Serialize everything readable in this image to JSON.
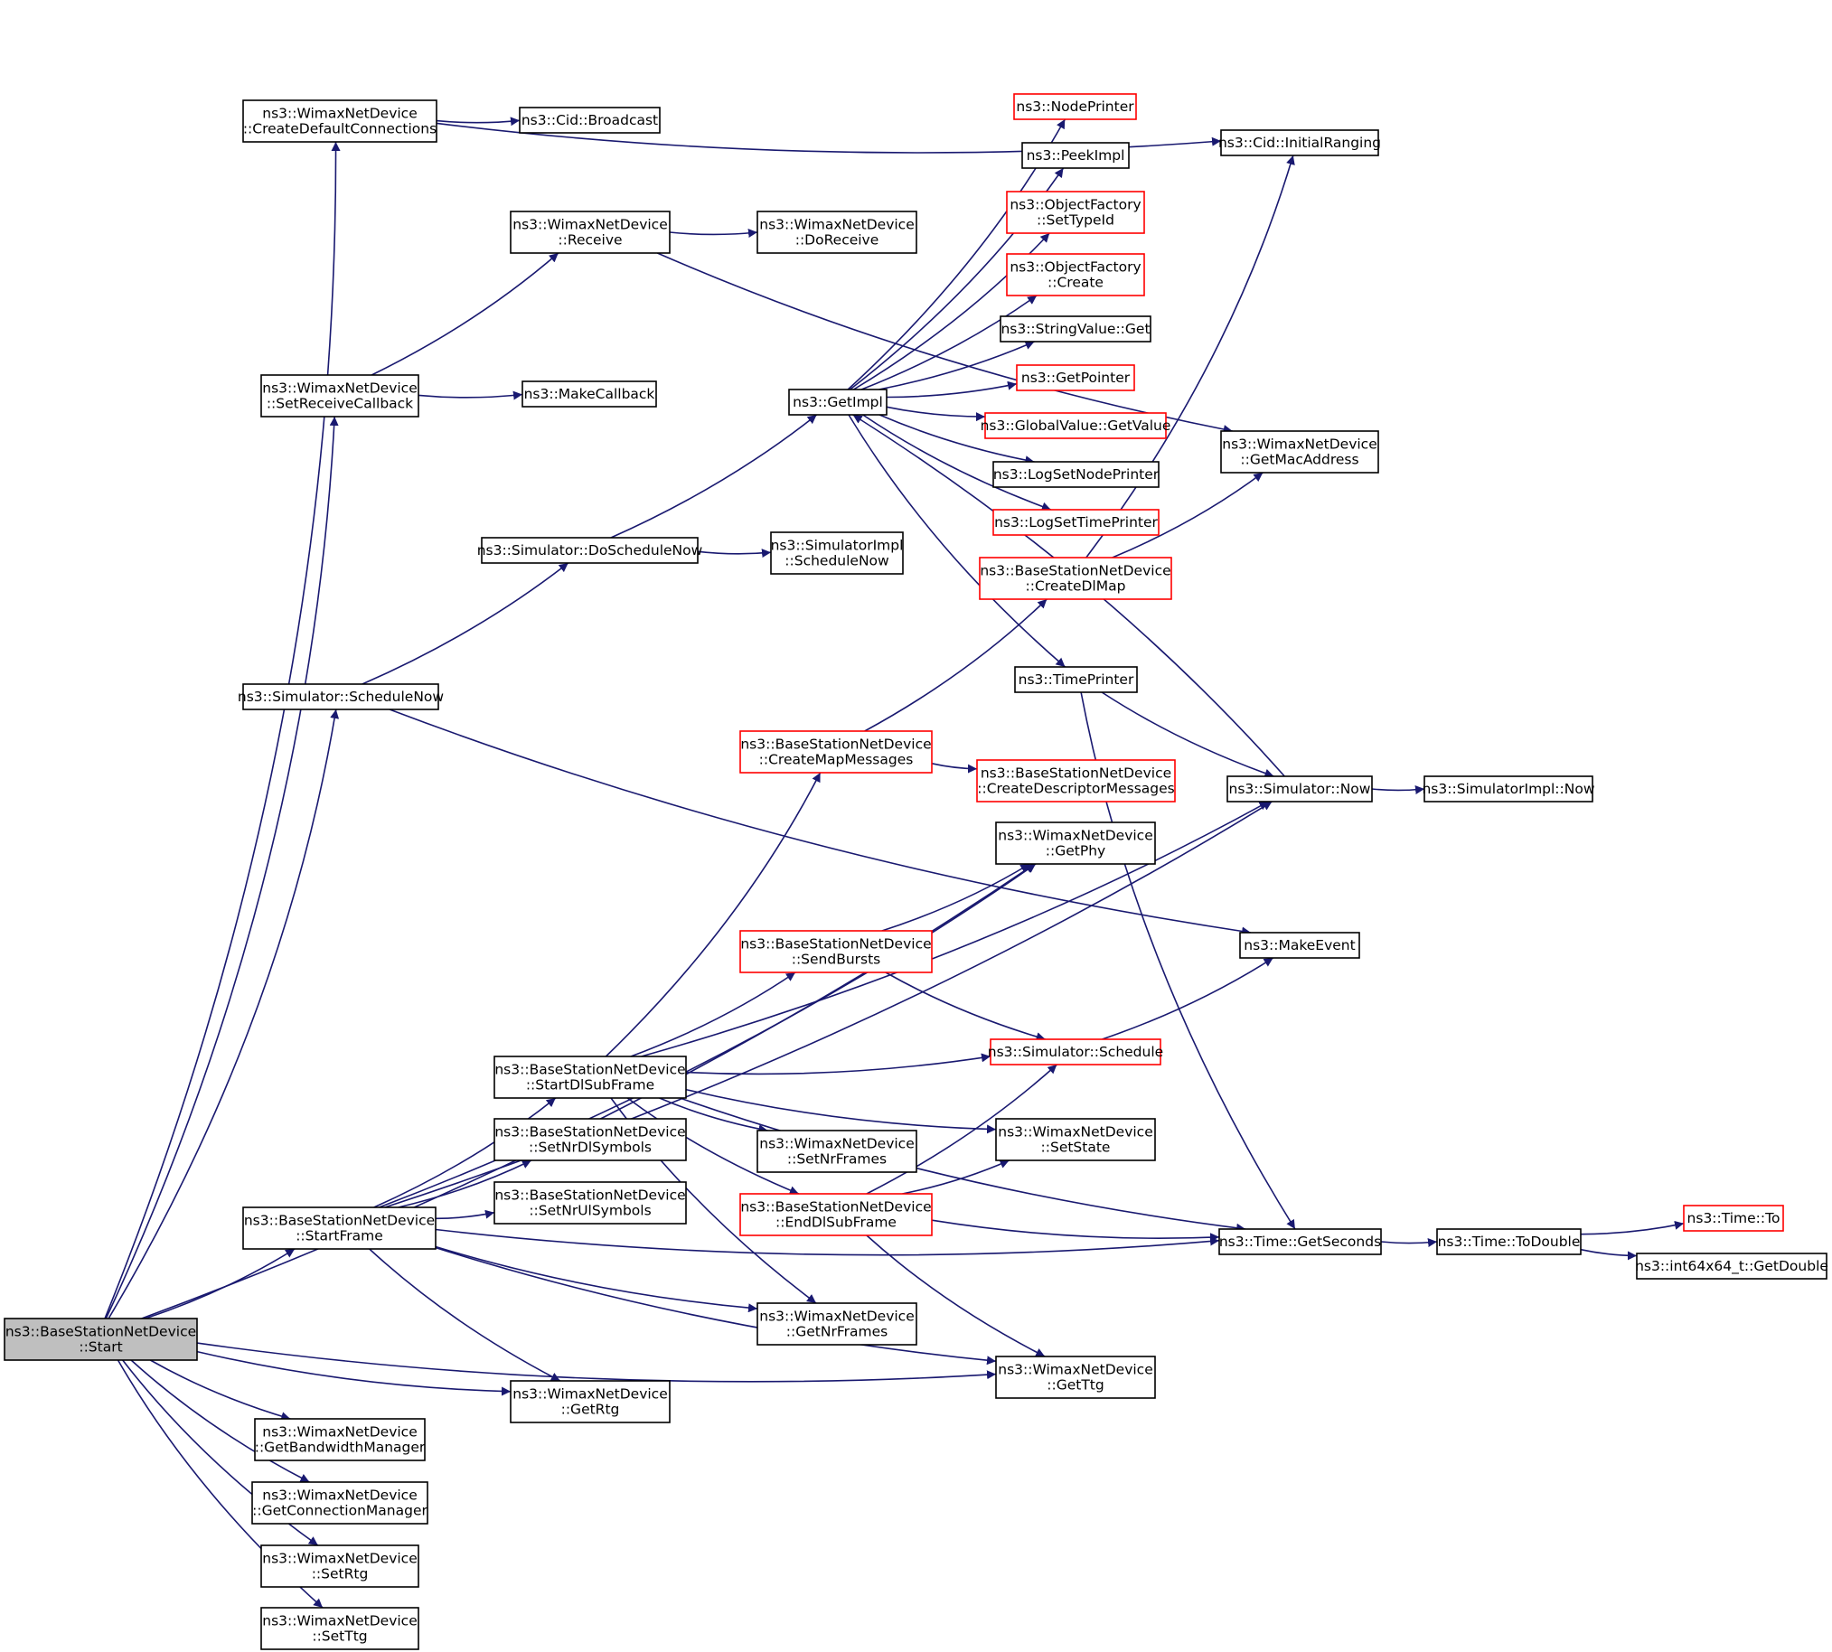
{
  "graph": {
    "colors": {
      "edge": "#191970",
      "node_border": "#000000",
      "node_border_truncated": "#ff0000",
      "root_fill": "#bfbfbf",
      "node_fill": "#ffffff"
    },
    "nodes": [
      {
        "id": "start",
        "lines": [
          "ns3::BaseStationNetDevice",
          "::Start"
        ],
        "style": "root"
      },
      {
        "id": "create-default-connections",
        "lines": [
          "ns3::WimaxNetDevice",
          "::CreateDefaultConnections"
        ],
        "style": "normal"
      },
      {
        "id": "cid-broadcast",
        "lines": [
          "ns3::Cid::Broadcast"
        ],
        "style": "normal"
      },
      {
        "id": "cid-initial-ranging",
        "lines": [
          "ns3::Cid::InitialRanging"
        ],
        "style": "normal"
      },
      {
        "id": "wimax-receive",
        "lines": [
          "ns3::WimaxNetDevice",
          "::Receive"
        ],
        "style": "normal"
      },
      {
        "id": "wimax-do-receive",
        "lines": [
          "ns3::WimaxNetDevice",
          "::DoReceive"
        ],
        "style": "normal"
      },
      {
        "id": "set-receive-callback",
        "lines": [
          "ns3::WimaxNetDevice",
          "::SetReceiveCallback"
        ],
        "style": "normal"
      },
      {
        "id": "make-callback",
        "lines": [
          "ns3::MakeCallback"
        ],
        "style": "normal"
      },
      {
        "id": "get-impl",
        "lines": [
          "ns3::GetImpl"
        ],
        "style": "normal"
      },
      {
        "id": "node-printer",
        "lines": [
          "ns3::NodePrinter"
        ],
        "style": "truncated"
      },
      {
        "id": "peek-impl",
        "lines": [
          "ns3::PeekImpl"
        ],
        "style": "normal"
      },
      {
        "id": "object-factory-set-type-id",
        "lines": [
          "ns3::ObjectFactory",
          "::SetTypeId"
        ],
        "style": "truncated"
      },
      {
        "id": "object-factory-create",
        "lines": [
          "ns3::ObjectFactory",
          "::Create"
        ],
        "style": "truncated"
      },
      {
        "id": "string-value-get",
        "lines": [
          "ns3::StringValue::Get"
        ],
        "style": "normal"
      },
      {
        "id": "get-pointer",
        "lines": [
          "ns3::GetPointer"
        ],
        "style": "truncated"
      },
      {
        "id": "global-value-get-value",
        "lines": [
          "ns3::GlobalValue::GetValue"
        ],
        "style": "truncated"
      },
      {
        "id": "log-set-node-printer",
        "lines": [
          "ns3::LogSetNodePrinter"
        ],
        "style": "normal"
      },
      {
        "id": "log-set-time-printer",
        "lines": [
          "ns3::LogSetTimePrinter"
        ],
        "style": "truncated"
      },
      {
        "id": "get-mac-address",
        "lines": [
          "ns3::WimaxNetDevice",
          "::GetMacAddress"
        ],
        "style": "normal"
      },
      {
        "id": "simulator-do-schedule-now",
        "lines": [
          "ns3::Simulator::DoScheduleNow"
        ],
        "style": "normal"
      },
      {
        "id": "simulator-impl-schedule-now",
        "lines": [
          "ns3::SimulatorImpl",
          "::ScheduleNow"
        ],
        "style": "normal"
      },
      {
        "id": "create-dl-map",
        "lines": [
          "ns3::BaseStationNetDevice",
          "::CreateDlMap"
        ],
        "style": "truncated"
      },
      {
        "id": "simulator-schedule-now",
        "lines": [
          "ns3::Simulator::ScheduleNow"
        ],
        "style": "normal"
      },
      {
        "id": "time-printer",
        "lines": [
          "ns3::TimePrinter"
        ],
        "style": "normal"
      },
      {
        "id": "create-map-messages",
        "lines": [
          "ns3::BaseStationNetDevice",
          "::CreateMapMessages"
        ],
        "style": "truncated"
      },
      {
        "id": "create-descriptor-messages",
        "lines": [
          "ns3::BaseStationNetDevice",
          "::CreateDescriptorMessages"
        ],
        "style": "truncated"
      },
      {
        "id": "simulator-now",
        "lines": [
          "ns3::Simulator::Now"
        ],
        "style": "normal"
      },
      {
        "id": "simulator-impl-now",
        "lines": [
          "ns3::SimulatorImpl::Now"
        ],
        "style": "normal"
      },
      {
        "id": "get-phy",
        "lines": [
          "ns3::WimaxNetDevice",
          "::GetPhy"
        ],
        "style": "normal"
      },
      {
        "id": "send-bursts",
        "lines": [
          "ns3::BaseStationNetDevice",
          "::SendBursts"
        ],
        "style": "truncated"
      },
      {
        "id": "make-event",
        "lines": [
          "ns3::MakeEvent"
        ],
        "style": "normal"
      },
      {
        "id": "start-dl-sub-frame",
        "lines": [
          "ns3::BaseStationNetDevice",
          "::StartDlSubFrame"
        ],
        "style": "normal"
      },
      {
        "id": "simulator-schedule",
        "lines": [
          "ns3::Simulator::Schedule"
        ],
        "style": "truncated"
      },
      {
        "id": "set-nr-dl-symbols",
        "lines": [
          "ns3::BaseStationNetDevice",
          "::SetNrDlSymbols"
        ],
        "style": "normal"
      },
      {
        "id": "set-nr-frames",
        "lines": [
          "ns3::WimaxNetDevice",
          "::SetNrFrames"
        ],
        "style": "normal"
      },
      {
        "id": "set-state",
        "lines": [
          "ns3::WimaxNetDevice",
          "::SetState"
        ],
        "style": "normal"
      },
      {
        "id": "set-nr-ul-symbols",
        "lines": [
          "ns3::BaseStationNetDevice",
          "::SetNrUlSymbols"
        ],
        "style": "normal"
      },
      {
        "id": "end-dl-sub-frame",
        "lines": [
          "ns3::BaseStationNetDevice",
          "::EndDlSubFrame"
        ],
        "style": "truncated"
      },
      {
        "id": "start-frame",
        "lines": [
          "ns3::BaseStationNetDevice",
          "::StartFrame"
        ],
        "style": "normal"
      },
      {
        "id": "time-get-seconds",
        "lines": [
          "ns3::Time::GetSeconds"
        ],
        "style": "normal"
      },
      {
        "id": "time-to-double",
        "lines": [
          "ns3::Time::ToDouble"
        ],
        "style": "normal"
      },
      {
        "id": "time-to",
        "lines": [
          "ns3::Time::To"
        ],
        "style": "truncated"
      },
      {
        "id": "int64x64-get-double",
        "lines": [
          "ns3::int64x64_t::GetDouble"
        ],
        "style": "normal"
      },
      {
        "id": "get-nr-frames",
        "lines": [
          "ns3::WimaxNetDevice",
          "::GetNrFrames"
        ],
        "style": "normal"
      },
      {
        "id": "get-ttg",
        "lines": [
          "ns3::WimaxNetDevice",
          "::GetTtg"
        ],
        "style": "normal"
      },
      {
        "id": "get-rtg",
        "lines": [
          "ns3::WimaxNetDevice",
          "::GetRtg"
        ],
        "style": "normal"
      },
      {
        "id": "get-bandwidth-manager",
        "lines": [
          "ns3::WimaxNetDevice",
          "::GetBandwidthManager"
        ],
        "style": "normal"
      },
      {
        "id": "get-connection-manager",
        "lines": [
          "ns3::WimaxNetDevice",
          "::GetConnectionManager"
        ],
        "style": "normal"
      },
      {
        "id": "set-rtg",
        "lines": [
          "ns3::WimaxNetDevice",
          "::SetRtg"
        ],
        "style": "normal"
      },
      {
        "id": "set-ttg",
        "lines": [
          "ns3::WimaxNetDevice",
          "::SetTtg"
        ],
        "style": "normal"
      }
    ],
    "edges": [
      [
        "start",
        "create-default-connections"
      ],
      [
        "start",
        "set-receive-callback"
      ],
      [
        "start",
        "simulator-schedule-now"
      ],
      [
        "start",
        "get-phy"
      ],
      [
        "start",
        "start-frame"
      ],
      [
        "start",
        "get-rtg"
      ],
      [
        "start",
        "get-ttg"
      ],
      [
        "start",
        "get-bandwidth-manager"
      ],
      [
        "start",
        "get-connection-manager"
      ],
      [
        "start",
        "set-rtg"
      ],
      [
        "start",
        "set-ttg"
      ],
      [
        "create-default-connections",
        "cid-broadcast"
      ],
      [
        "create-default-connections",
        "cid-initial-ranging"
      ],
      [
        "set-receive-callback",
        "wimax-receive"
      ],
      [
        "set-receive-callback",
        "make-callback"
      ],
      [
        "wimax-receive",
        "wimax-do-receive"
      ],
      [
        "wimax-receive",
        "get-mac-address"
      ],
      [
        "simulator-schedule-now",
        "simulator-do-schedule-now"
      ],
      [
        "simulator-schedule-now",
        "make-event"
      ],
      [
        "simulator-do-schedule-now",
        "get-impl"
      ],
      [
        "simulator-do-schedule-now",
        "simulator-impl-schedule-now"
      ],
      [
        "get-impl",
        "node-printer"
      ],
      [
        "get-impl",
        "peek-impl"
      ],
      [
        "get-impl",
        "object-factory-set-type-id"
      ],
      [
        "get-impl",
        "object-factory-create"
      ],
      [
        "get-impl",
        "string-value-get"
      ],
      [
        "get-impl",
        "get-pointer"
      ],
      [
        "get-impl",
        "global-value-get-value"
      ],
      [
        "get-impl",
        "log-set-node-printer"
      ],
      [
        "get-impl",
        "log-set-time-printer"
      ],
      [
        "get-impl",
        "time-printer"
      ],
      [
        "time-printer",
        "simulator-now"
      ],
      [
        "time-printer",
        "time-get-seconds"
      ],
      [
        "simulator-now",
        "get-impl"
      ],
      [
        "simulator-now",
        "simulator-impl-now"
      ],
      [
        "create-dl-map",
        "cid-initial-ranging"
      ],
      [
        "create-dl-map",
        "get-mac-address"
      ],
      [
        "create-map-messages",
        "create-dl-map"
      ],
      [
        "create-map-messages",
        "create-descriptor-messages"
      ],
      [
        "send-bursts",
        "get-phy"
      ],
      [
        "send-bursts",
        "simulator-schedule"
      ],
      [
        "simulator-schedule",
        "make-event"
      ],
      [
        "start-dl-sub-frame",
        "create-map-messages"
      ],
      [
        "start-dl-sub-frame",
        "send-bursts"
      ],
      [
        "start-dl-sub-frame",
        "simulator-now"
      ],
      [
        "start-dl-sub-frame",
        "simulator-schedule"
      ],
      [
        "start-dl-sub-frame",
        "set-state"
      ],
      [
        "start-dl-sub-frame",
        "set-nr-frames"
      ],
      [
        "start-dl-sub-frame",
        "end-dl-sub-frame"
      ],
      [
        "start-dl-sub-frame",
        "time-get-seconds"
      ],
      [
        "start-dl-sub-frame",
        "get-nr-frames"
      ],
      [
        "end-dl-sub-frame",
        "simulator-schedule"
      ],
      [
        "end-dl-sub-frame",
        "set-state"
      ],
      [
        "end-dl-sub-frame",
        "time-get-seconds"
      ],
      [
        "end-dl-sub-frame",
        "get-ttg"
      ],
      [
        "start-frame",
        "start-dl-sub-frame"
      ],
      [
        "start-frame",
        "set-nr-dl-symbols"
      ],
      [
        "start-frame",
        "set-nr-ul-symbols"
      ],
      [
        "start-frame",
        "get-phy"
      ],
      [
        "start-frame",
        "simulator-now"
      ],
      [
        "start-frame",
        "get-nr-frames"
      ],
      [
        "start-frame",
        "get-ttg"
      ],
      [
        "start-frame",
        "get-rtg"
      ],
      [
        "start-frame",
        "time-get-seconds"
      ],
      [
        "time-get-seconds",
        "time-to-double"
      ],
      [
        "time-to-double",
        "time-to"
      ],
      [
        "time-to-double",
        "int64x64-get-double"
      ]
    ]
  }
}
